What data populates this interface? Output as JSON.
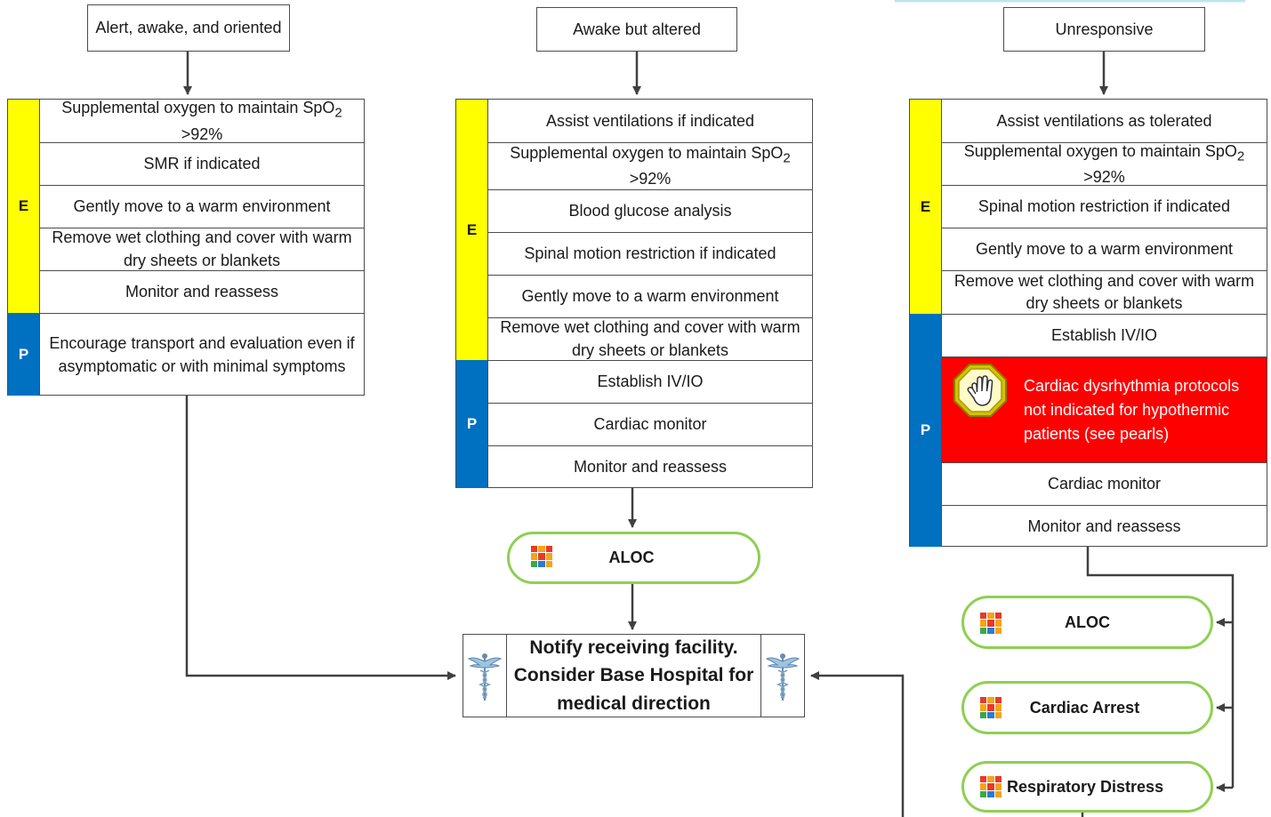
{
  "columns": [
    {
      "header": "Alert, awake, and oriented",
      "e_label": "E",
      "p_label": "P",
      "e_rows": [
        {
          "text": "Supplemental oxygen to maintain SpO",
          "sub": "2",
          "after": " >92%"
        },
        {
          "text": "SMR if indicated"
        },
        {
          "text": "Gently move to a warm environment"
        },
        {
          "text": "Remove wet clothing and cover with warm dry sheets or blankets"
        },
        {
          "text": "Monitor and reassess"
        }
      ],
      "p_rows": [
        {
          "text": "Encourage transport and evaluation even if asymptomatic or with minimal symptoms"
        }
      ]
    },
    {
      "header": "Awake but altered",
      "e_label": "E",
      "p_label": "P",
      "e_rows": [
        {
          "text": "Assist ventilations if indicated"
        },
        {
          "text": "Supplemental oxygen to maintain SpO",
          "sub": "2",
          "after": " >92%"
        },
        {
          "text": "Blood glucose analysis"
        },
        {
          "text": "Spinal motion restriction if indicated"
        },
        {
          "text": "Gently move to a warm environment"
        },
        {
          "text": "Remove wet clothing and cover with warm dry sheets or blankets"
        }
      ],
      "p_rows": [
        {
          "text": "Establish IV/IO"
        },
        {
          "text": "Cardiac monitor"
        },
        {
          "text": "Monitor and reassess"
        }
      ],
      "links": [
        "ALOC"
      ]
    },
    {
      "header": "Unresponsive",
      "e_label": "E",
      "p_label": "P",
      "e_rows": [
        {
          "text": "Assist ventilations as tolerated"
        },
        {
          "text": "Supplemental oxygen to maintain SpO",
          "sub": "2",
          "after": " >92%"
        },
        {
          "text": "Spinal motion restriction if indicated"
        },
        {
          "text": "Gently move to a warm environment"
        },
        {
          "text": "Remove wet clothing and cover with warm dry sheets or blankets"
        }
      ],
      "p_rows": [
        {
          "text": "Establish IV/IO"
        },
        {
          "text": "Cardiac dysrhythmia protocols not indicated for hypothermic patients (see pearls)",
          "alert": true
        },
        {
          "text": "Cardiac monitor"
        },
        {
          "text": "Monitor and reassess"
        }
      ],
      "links": [
        "ALOC",
        "Cardiac Arrest",
        "Respiratory Distress"
      ]
    }
  ],
  "notify": "Notify receiving facility. Consider Base Hospital for medical direction",
  "icons": {
    "stop": "stop-hand-icon",
    "protocol": "protocol-grid-icon",
    "medical": "caduceus-icon"
  },
  "colors": {
    "e_bar": "#ffff00",
    "p_bar": "#0070c0",
    "alert": "#ff0000",
    "pill_border": "#8fcf52",
    "connector": "#404040"
  }
}
